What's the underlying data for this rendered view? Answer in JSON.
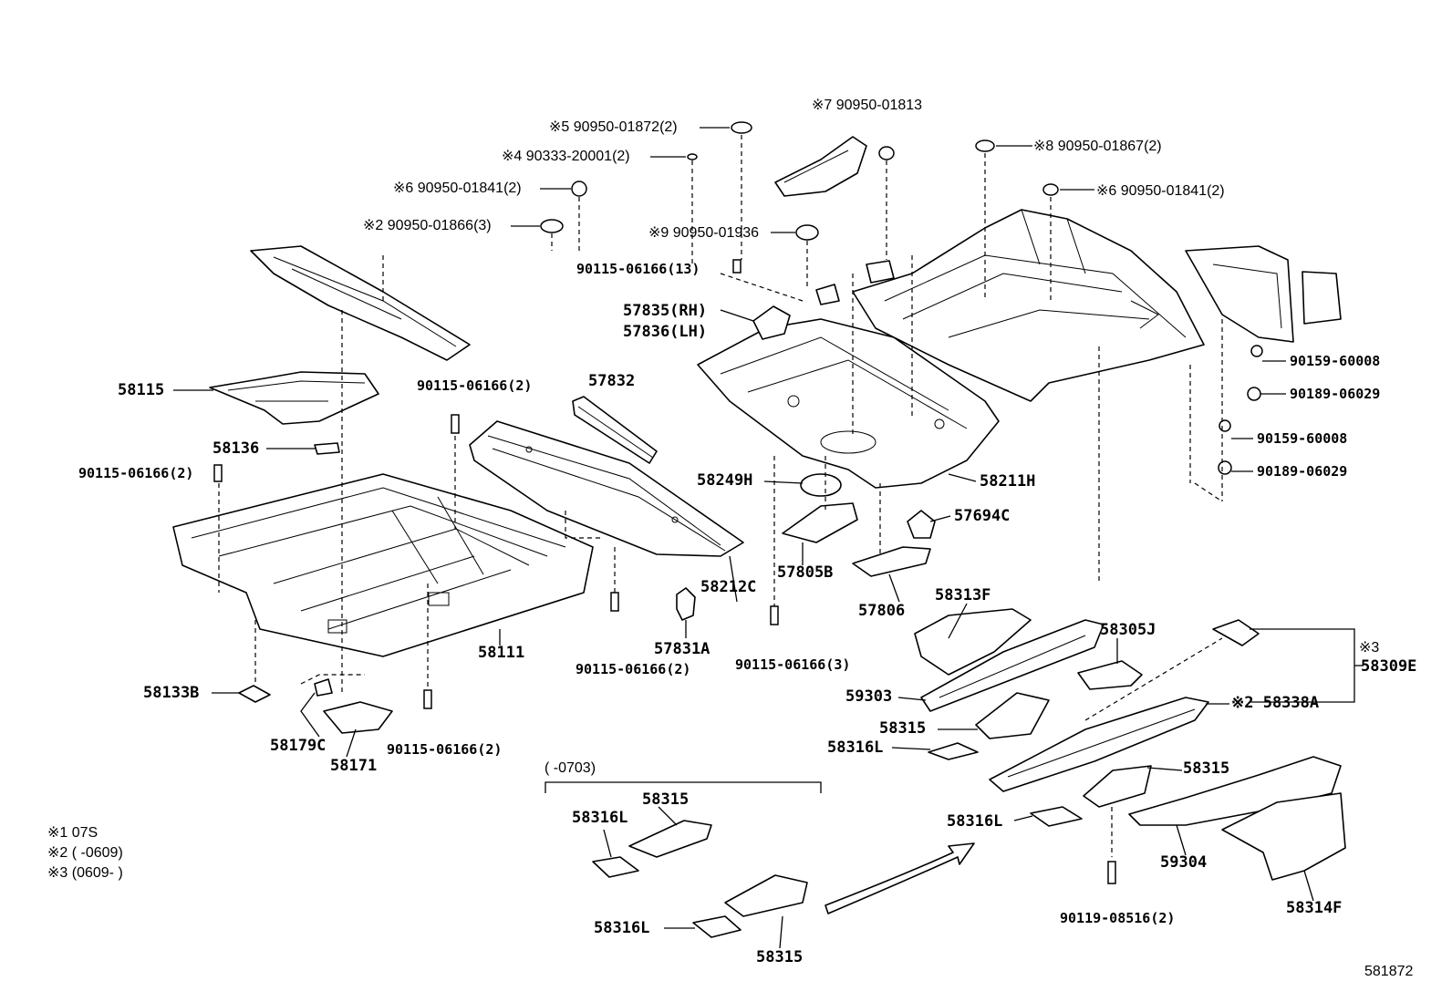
{
  "labels": {
    "n5": "※5 90950-01872(2)",
    "n4": "※4 90333-20001(2)",
    "n6a": "※6 90950-01841(2)",
    "n2": "※2 90950-01866(3)",
    "n7": "※7 90950-01813",
    "n8": "※8 90950-01867(2)",
    "n6b": "※6 90950-01841(2)",
    "n9": "※9 90950-01936",
    "b13": "90115-06166(13)",
    "p57835": "57835(RH)",
    "p57836": "57836(LH)",
    "p58115": "58115",
    "bolt2a": "90115-06166(2)",
    "p57832": "57832",
    "p58136": "58136",
    "bolt2b": "90115-06166(2)",
    "p58249": "58249H",
    "p58211": "58211H",
    "p57694": "57694C",
    "p57805": "57805B",
    "p58212": "58212C",
    "p57806": "57806",
    "p58111": "58111",
    "p57831": "57831A",
    "bolt2c": "90115-06166(2)",
    "bolt3": "90115-06166(3)",
    "p58133": "58133B",
    "p58179": "58179C",
    "p58171": "58171",
    "bolt2d": "90115-06166(2)",
    "c1": "90159-60008",
    "c2": "90189-06029",
    "c3": "90159-60008",
    "c4": "90189-06029",
    "p58313": "58313F",
    "p58305": "58305J",
    "p59303": "59303",
    "p58315a": "58315",
    "p58316a": "58316L",
    "p58338": "※2 58338A",
    "mark3": "※3",
    "p58309": "58309E",
    "p58315b": "58315",
    "p58316b": "58316L",
    "p59304": "59304",
    "p58314": "58314F",
    "bolt9011": "90119-08516(2)",
    "range_bracket": "(       -0703)",
    "g58315a": "58315",
    "g58316a": "58316L",
    "g58316b": "58316L",
    "g58315b": "58315",
    "fig_no": "581872"
  },
  "notes": [
    "※1   07S",
    "※2  (          -0609)",
    "※3  (0609-          )"
  ]
}
